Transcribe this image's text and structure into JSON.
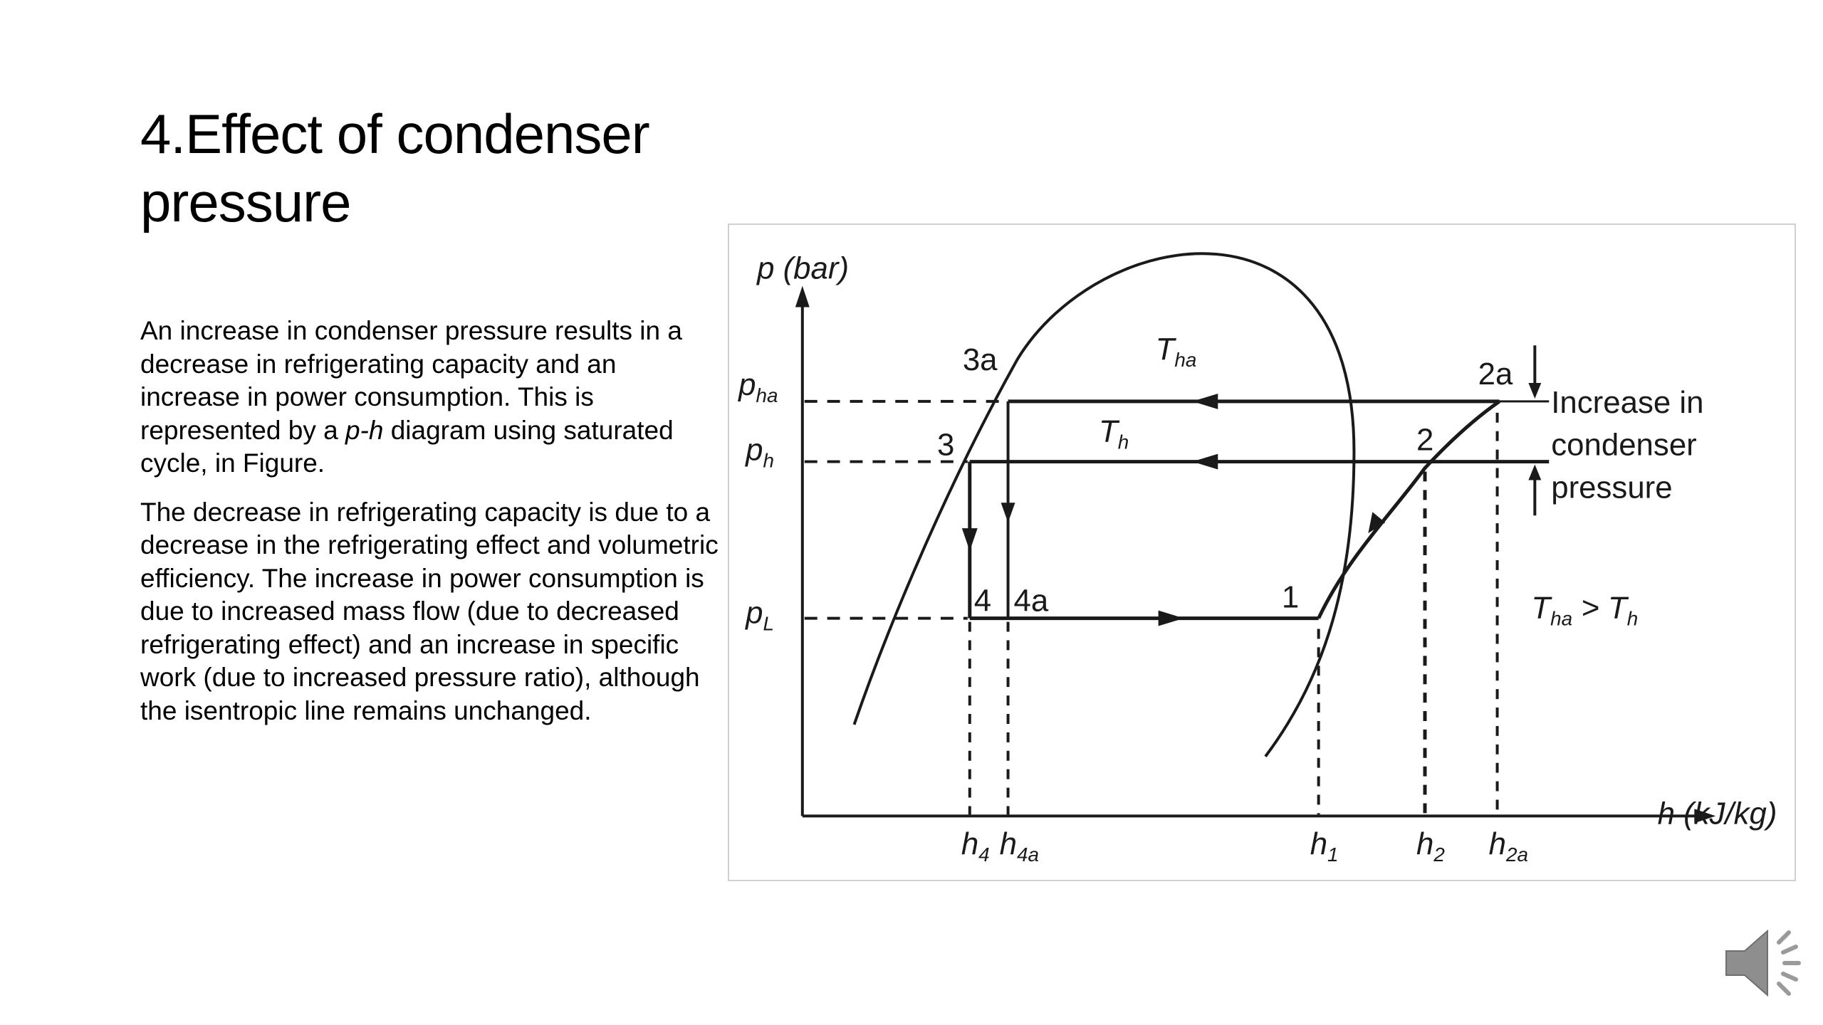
{
  "slide": {
    "title": "4.Effect of condenser pressure",
    "paragraphs": [
      {
        "before": "An increase in condenser pressure results in a decrease in refrigerating capacity and an increase in power consumption. This is represented by a ",
        "emphasis": "p-h",
        "after": " diagram using saturated cycle, in Figure."
      },
      {
        "text": "The decrease in refrigerating capacity is due to a decrease in the refrigerating effect and volumetric efficiency. The increase in power consumption is due to increased mass flow (due to decreased refrigerating effect) and an increase in specific work (due to increased pressure ratio), although the isentropic line remains unchanged."
      }
    ]
  },
  "diagram": {
    "y_axis_label": "p (bar)",
    "x_axis_label": "h (kJ/kg)",
    "pressure_labels": [
      {
        "main": "p",
        "sub": "ha"
      },
      {
        "main": "p",
        "sub": "h"
      },
      {
        "main": "p",
        "sub": "L"
      }
    ],
    "enthalpy_labels": [
      {
        "main": "h",
        "sub": "4"
      },
      {
        "main": "h",
        "sub": "4a"
      },
      {
        "main": "h",
        "sub": "1"
      },
      {
        "main": "h",
        "sub": "2"
      },
      {
        "main": "h",
        "sub": "2a"
      }
    ],
    "state_points": [
      "3a",
      "3",
      "4",
      "4a",
      "1",
      "2",
      "2a"
    ],
    "temperature_labels": [
      {
        "main": "T",
        "sub": "ha"
      },
      {
        "main": "T",
        "sub": "h"
      }
    ],
    "relation": {
      "left": "T",
      "left_sub": "ha",
      "op": " > ",
      "right": "T",
      "right_sub": "h"
    },
    "annotation_lines": [
      "Increase in",
      "condenser",
      "pressure"
    ]
  },
  "icons": {
    "speaker": "speaker-icon"
  }
}
